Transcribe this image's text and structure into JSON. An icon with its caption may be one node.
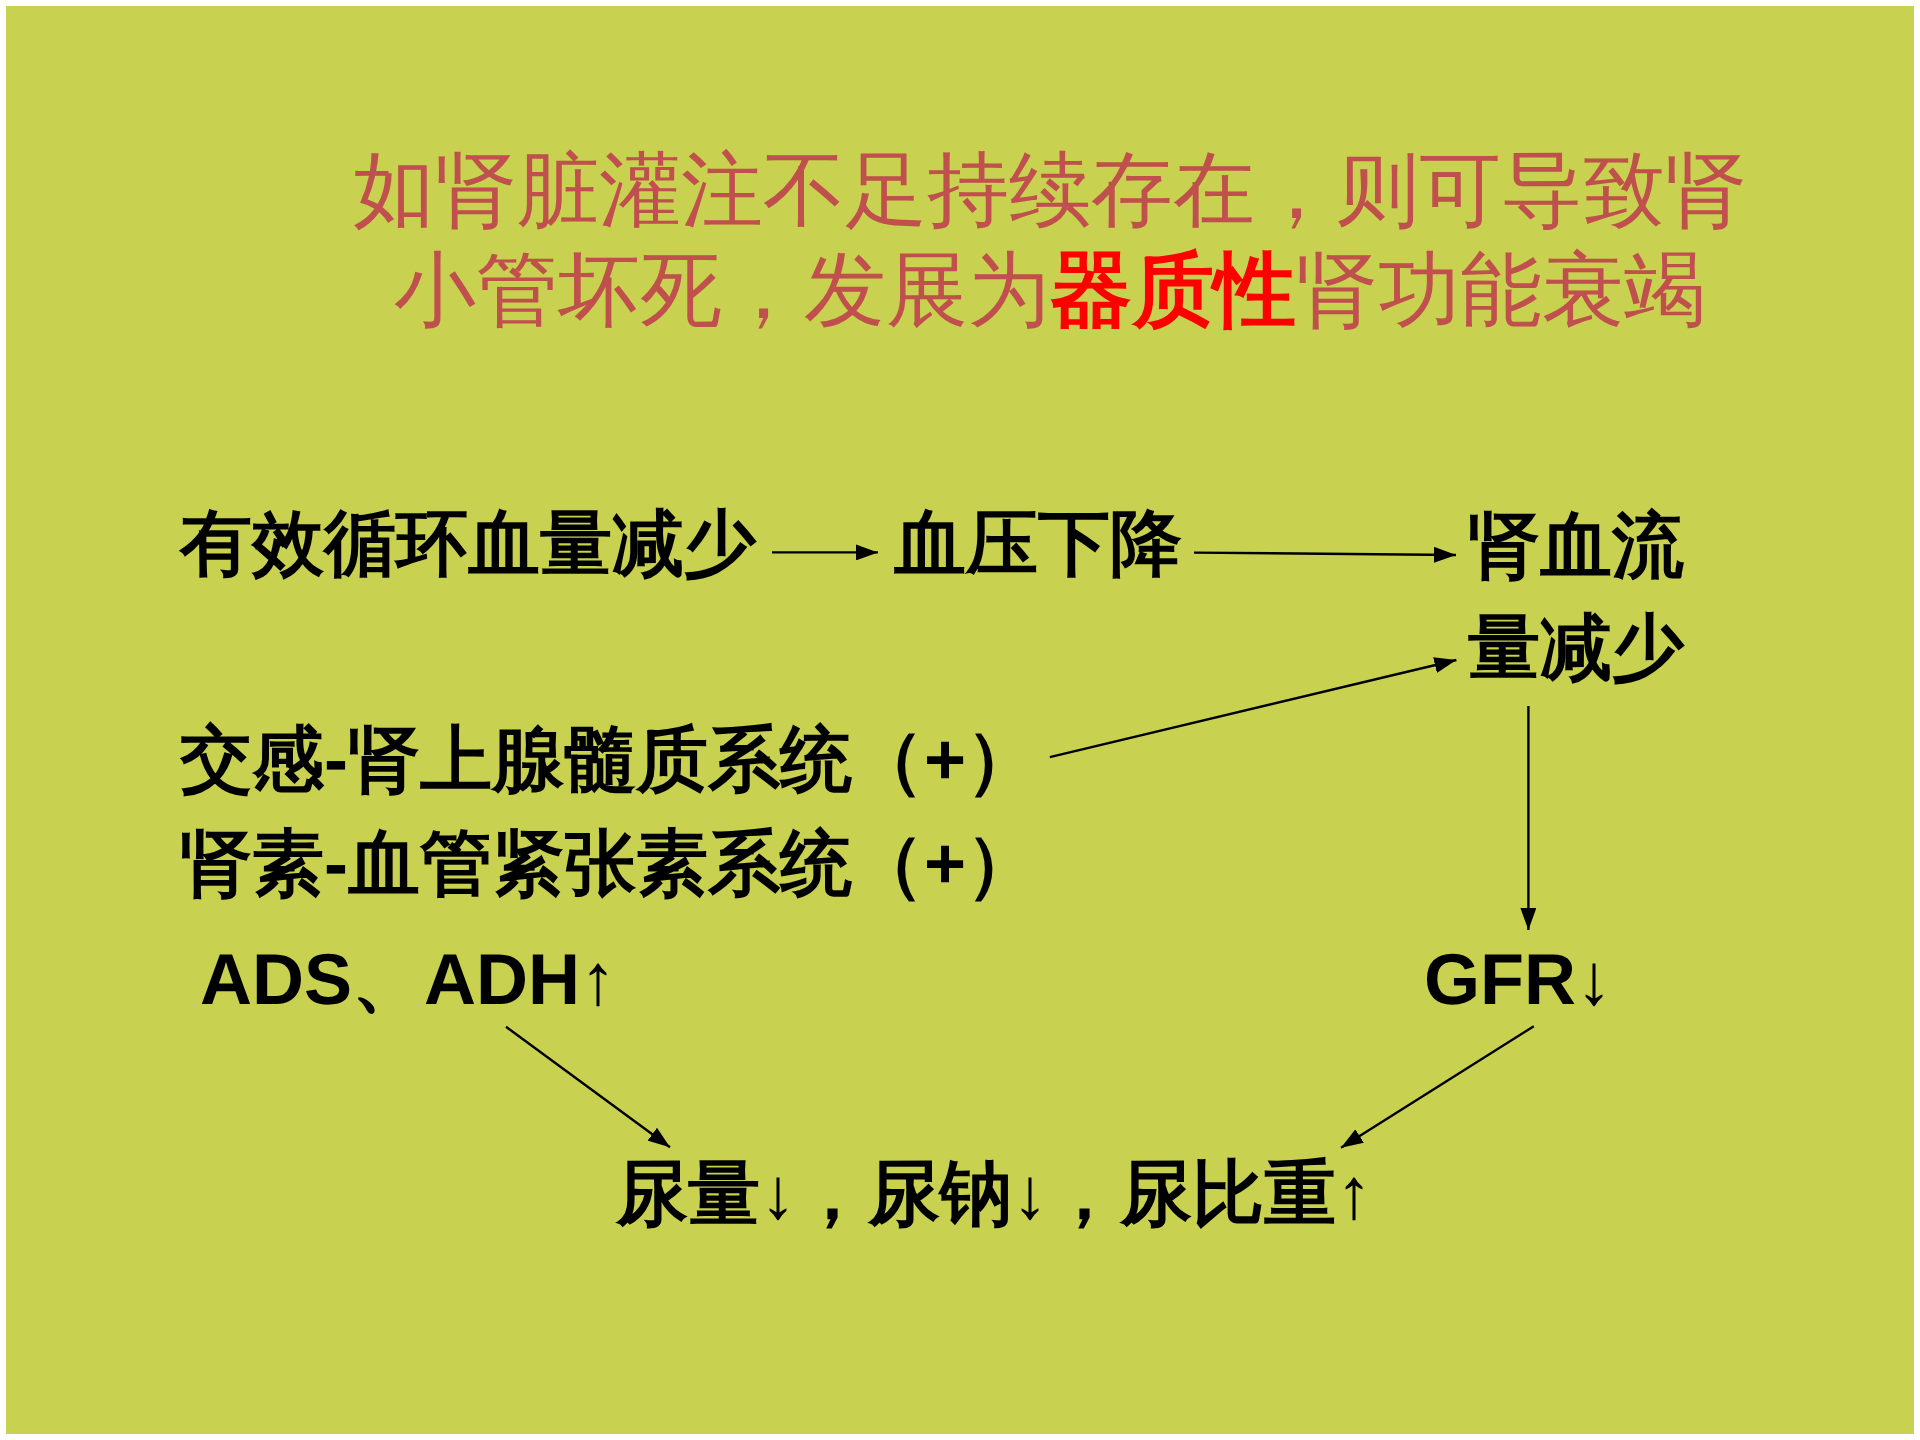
{
  "diagram": {
    "title": "如肾脏灌注不足持续存在，则可导致肾小管坏死，发展为**器质性**肾功能衰竭",
    "nodes": [
      {
        "text": [
          "有效循环血量减少"
        ]
      },
      {
        "text": [
          "血压下降"
        ]
      },
      {
        "text": [
          "肾血流量减少"
        ]
      },
      {
        "text": [
          "交感-肾上腺髓质系统（+）"
        ]
      },
      {
        "text": [
          "肾素-血管紧张素系统（+）"
        ]
      },
      {
        "text": [
          "ADS、ADH↑"
        ]
      },
      {
        "text": [
          "GFR↓"
        ]
      },
      {
        "text": [
          "尿量↓，尿钠↓，尿比重↑"
        ]
      }
    ],
    "edges": [
      {
        "from": 0,
        "to": 1,
        "arrow": "to"
      },
      {
        "from": 1,
        "to": 2,
        "arrow": "to"
      },
      {
        "from": 3,
        "to": 2,
        "arrow": "to"
      },
      {
        "from": 2,
        "to": 6,
        "arrow": "to"
      },
      {
        "from": 5,
        "to": 7,
        "arrow": "to"
      },
      {
        "from": 6,
        "to": 7,
        "arrow": "to"
      }
    ]
  }
}
